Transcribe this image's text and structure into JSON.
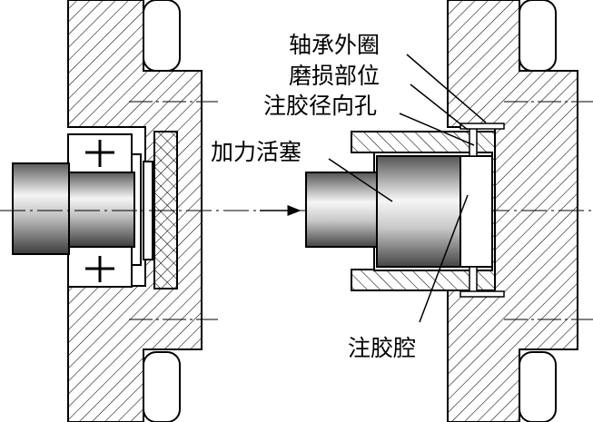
{
  "labels": {
    "bearing_outer_ring": "轴承外圈",
    "wear_location": "磨损部位",
    "radial_injection_hole": "注胶径向孔",
    "force_piston": "加力活塞",
    "injection_cavity": "注胶腔"
  },
  "colors": {
    "line": "#000000",
    "shaft_light": "#f2f2f2",
    "shaft_dark": "#4a4a4a"
  }
}
